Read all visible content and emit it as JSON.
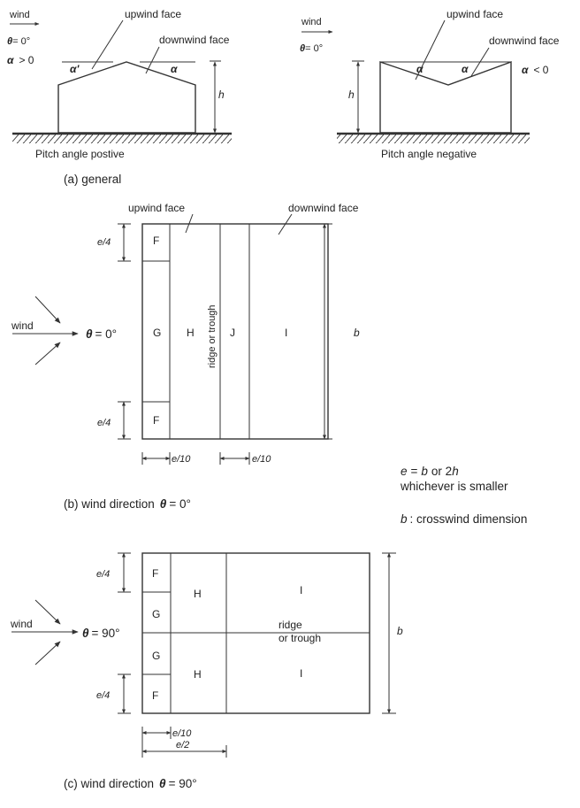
{
  "general": {
    "left": {
      "wind": "wind",
      "theta": "θ",
      "theta_val": "= 0°",
      "alpha": "α",
      "alpha_cond": "> 0",
      "upwind_face": "upwind face",
      "downwind_face": "downwind face",
      "alpha_left": "α'",
      "alpha_right": "α",
      "h": "h",
      "caption": "Pitch angle postive"
    },
    "right": {
      "wind": "wind",
      "theta": "θ",
      "theta_val": "= 0°",
      "upwind_face": "upwind face",
      "downwind_face": "downwind face",
      "alpha_left": "α",
      "alpha_mid": "α",
      "alpha_outside": "α",
      "alpha_cond": "< 0",
      "h": "h",
      "caption": "Pitch angle negative"
    },
    "caption": "(a) general"
  },
  "plan_0": {
    "upwind_face": "upwind face",
    "downwind_face": "downwind face",
    "wind": "wind",
    "theta": "θ",
    "theta_val": "= 0°",
    "zone_f_top": "F",
    "zone_g": "G",
    "zone_f_bottom": "F",
    "zone_h": "H",
    "ridge": "ridge or trough",
    "zone_j": "J",
    "zone_i": "I",
    "e4_top": "e/4",
    "e4_bottom": "e/4",
    "b": "b",
    "e10_left": "e/10",
    "e10_right": "e/10",
    "caption_prefix": "(b) wind direction",
    "caption_theta": "θ",
    "caption_val": "= 0°"
  },
  "legend": {
    "e_var": "e",
    "e_eq": "=",
    "e_b": "b",
    "e_or": "or 2",
    "e_h": "h",
    "whichever": "whichever is smaller",
    "b_var": "b",
    "b_desc": ": crosswind dimension"
  },
  "plan_90": {
    "wind": "wind",
    "theta": "θ",
    "theta_val": "= 90°",
    "zone_f_top": "F",
    "zone_g_top": "G",
    "zone_g_bottom": "G",
    "zone_f_bottom": "F",
    "zone_h_top": "H",
    "zone_h_bottom": "H",
    "zone_i_top": "I",
    "zone_i_bottom": "I",
    "ridge_line1": "ridge",
    "ridge_line2": "or trough",
    "e4_top": "e/4",
    "e4_bottom": "e/4",
    "b": "b",
    "e10": "e/10",
    "e2": "e/2",
    "caption_prefix": "(c) wind direction",
    "caption_theta": "θ",
    "caption_val": "= 90°"
  },
  "colors": {
    "stroke": "#333333",
    "ground": "#333333",
    "dots": "#555555",
    "text": "#222222",
    "background": "#ffffff"
  }
}
